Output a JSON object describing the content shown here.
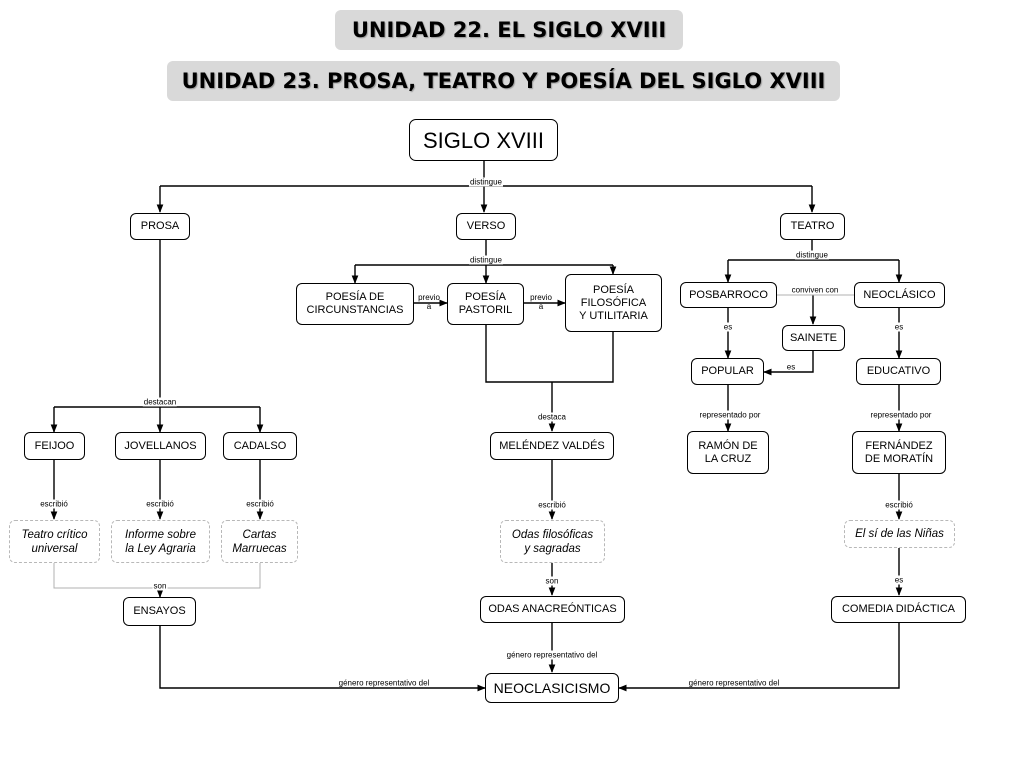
{
  "titles": {
    "unit22": "UNIDAD 22. EL SIGLO XVIII",
    "unit23": "UNIDAD 23. PROSA, TEATRO Y POESÍA DEL SIGLO XVIII"
  },
  "nodes": {
    "siglo": "SIGLO XVIII",
    "prosa": "PROSA",
    "verso": "VERSO",
    "teatro": "TEATRO",
    "poesia_circ": "POESÍA DE\nCIRCUNSTANCIAS",
    "poesia_past": "POESÍA\nPASTORIL",
    "poesia_filo": "POESÍA\nFILOSÓFICA\nY UTILITARIA",
    "posbarroco": "POSBARROCO",
    "neoclasico": "NEOCLÁSICO",
    "sainete": "SAINETE",
    "popular": "POPULAR",
    "educativo": "EDUCATIVO",
    "feijoo": "FEIJOO",
    "jovellanos": "JOVELLANOS",
    "cadalso": "CADALSO",
    "melendez": "MELÉNDEZ VALDÉS",
    "ramon": "RAMÓN DE\nLA CRUZ",
    "moratin": "FERNÁNDEZ\nDE MORATÍN",
    "teatro_critico": "Teatro crítico\nuniversal",
    "informe": "Informe sobre\nla Ley Agraria",
    "cartas": "Cartas\nMarruecas",
    "odas_filo": "Odas filosóficas\ny sagradas",
    "el_si": "El sí de las Niñas",
    "ensayos": "ENSAYOS",
    "odas_anac": "ODAS ANACREÓNTICAS",
    "comedia": "COMEDIA DIDÁCTICA",
    "neoclasicismo": "NEOCLASICISMO"
  },
  "labels": {
    "distingue_top": "distingue",
    "distingue_verso": "distingue",
    "distingue_teatro": "distingue",
    "previo_a_1": "previo\na",
    "previo_a_2": "previo\na",
    "conviven_con": "conviven con",
    "es_posbarroco": "es",
    "es_neoclasico": "es",
    "es_sainete": "es",
    "destacan": "destacan",
    "destaca": "destaca",
    "representado_1": "representado por",
    "representado_2": "representado por",
    "escribio_feijoo": "escribió",
    "escribio_jovellanos": "escribió",
    "escribio_cadalso": "escribió",
    "escribio_melendez": "escribió",
    "escribio_moratin": "escribió",
    "son_ensayos": "son",
    "son_odas": "son",
    "es_comedia": "es",
    "genero_left": "género representativo del",
    "genero_center": "género representativo del",
    "genero_right": "género representativo del"
  },
  "colors": {
    "connector": "#000000",
    "faint_connector": "#b0b0b0",
    "title_bg": "#d9d9d9"
  }
}
